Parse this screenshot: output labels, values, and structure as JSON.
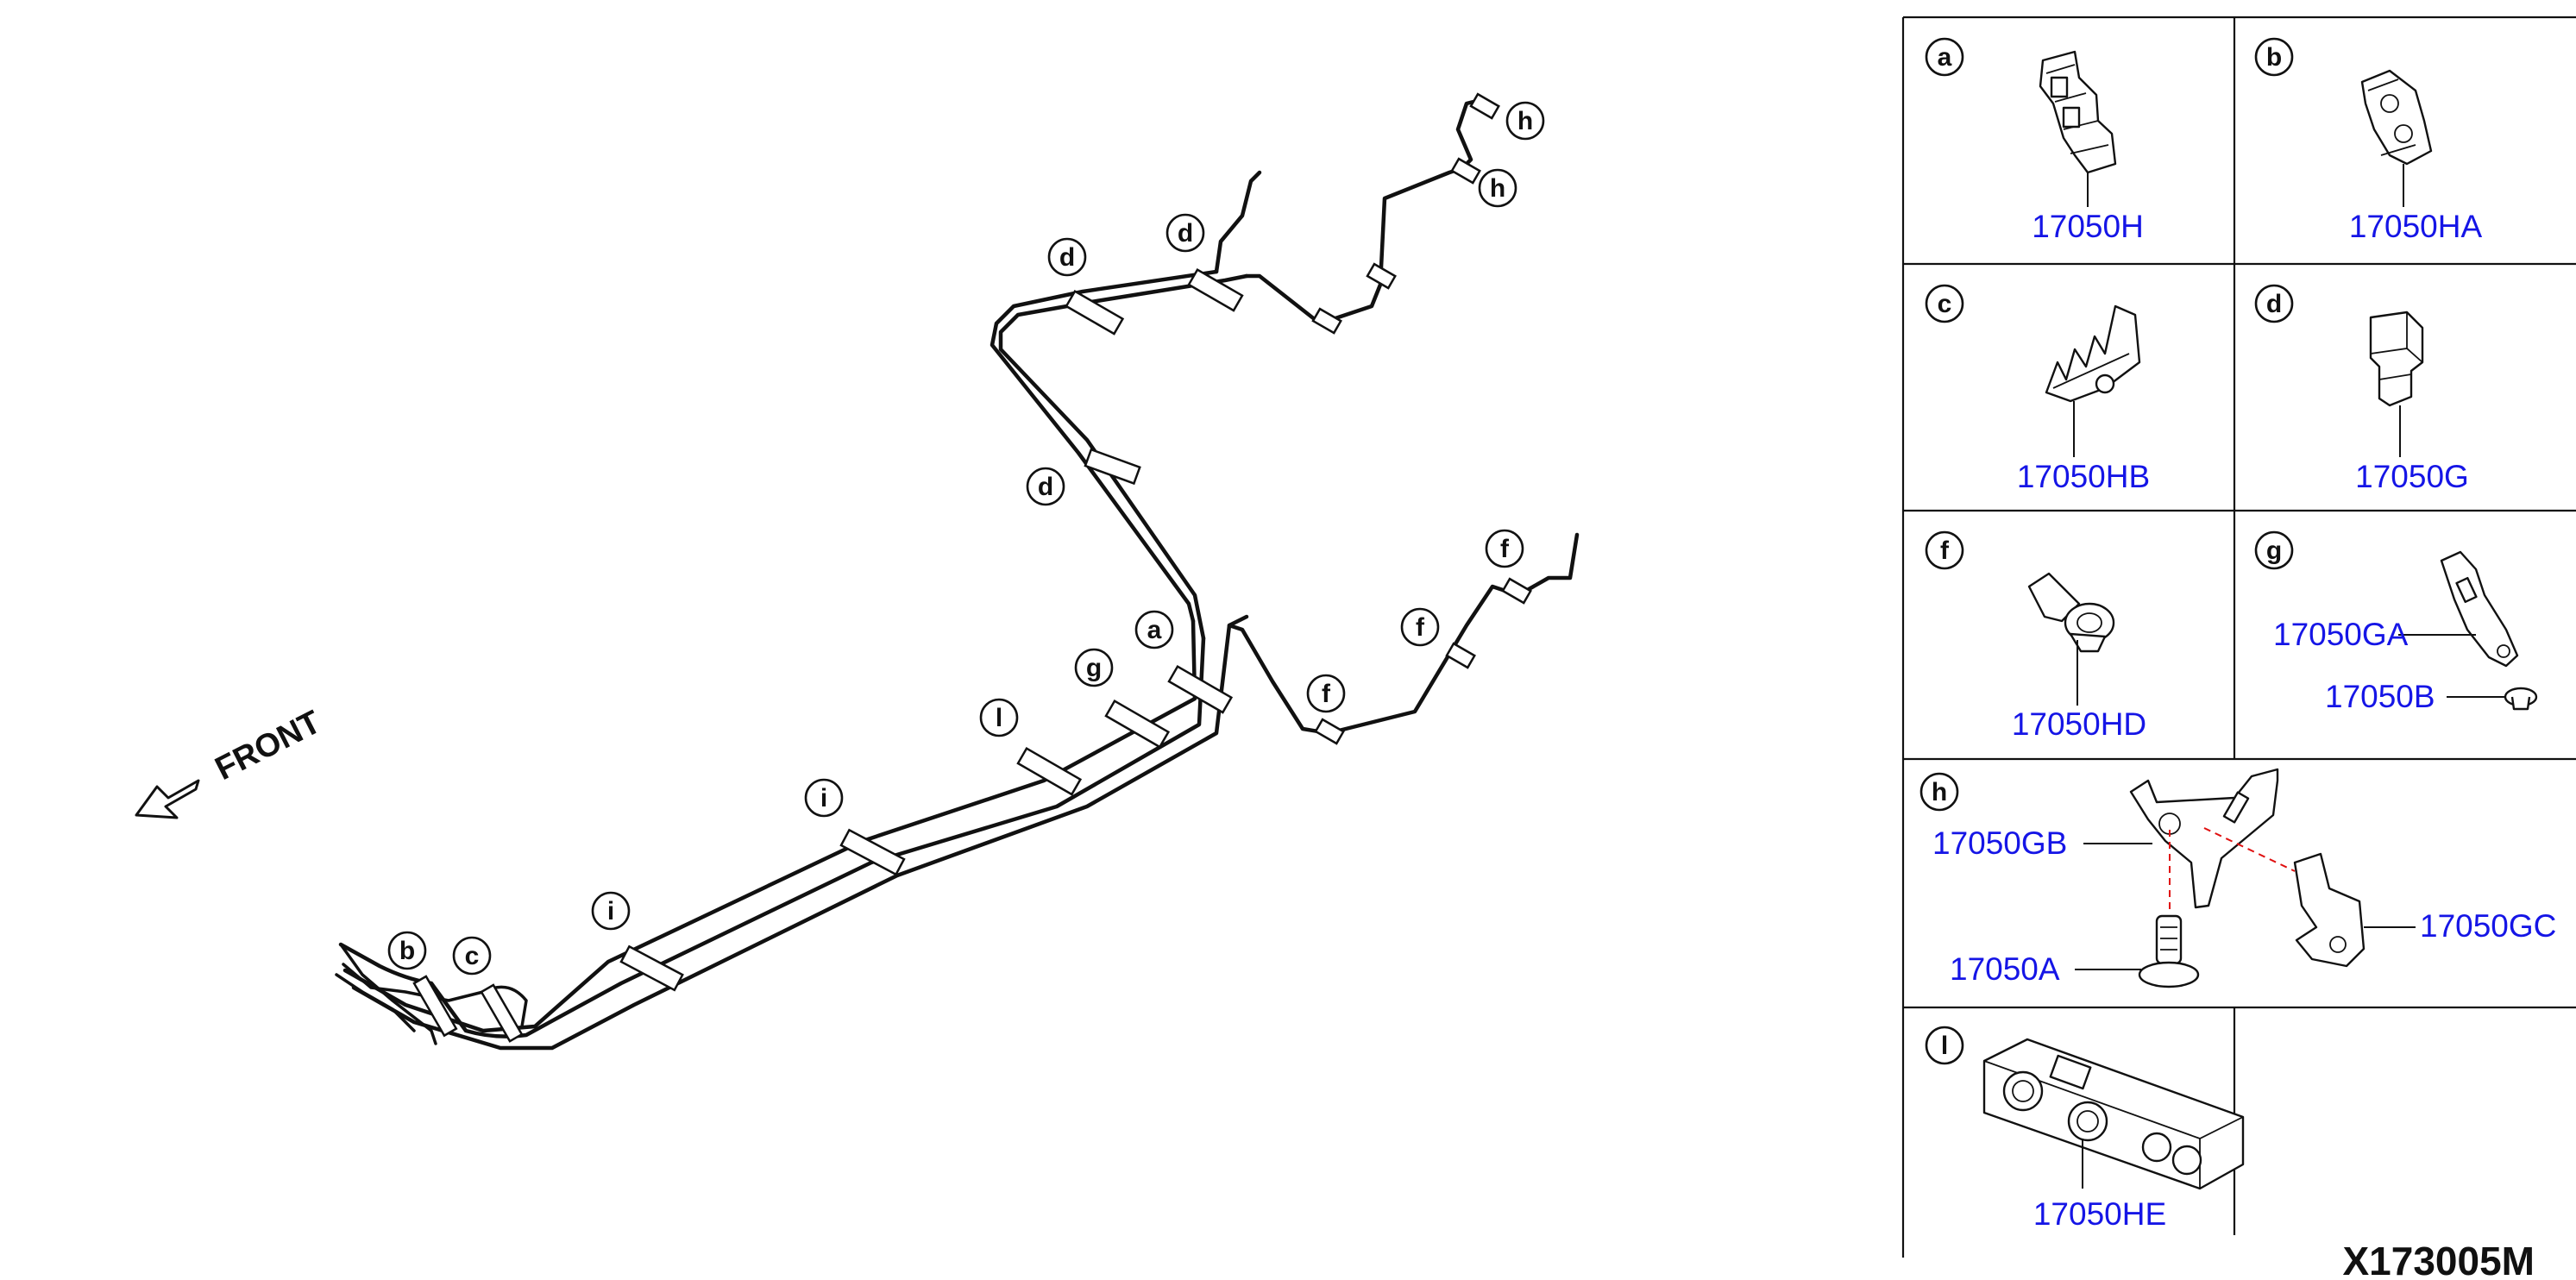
{
  "front_label": "FRONT",
  "reference_code": "X173005M",
  "callouts": {
    "a": "a",
    "b": "b",
    "c": "c",
    "d": "d",
    "f": "f",
    "g": "g",
    "h": "h",
    "i": "i",
    "l": "l"
  },
  "parts": {
    "a": {
      "letter": "a",
      "numbers": [
        "17050H"
      ]
    },
    "b": {
      "letter": "b",
      "numbers": [
        "17050HA"
      ]
    },
    "c": {
      "letter": "c",
      "numbers": [
        "17050HB"
      ]
    },
    "d": {
      "letter": "d",
      "numbers": [
        "17050G"
      ]
    },
    "f": {
      "letter": "f",
      "numbers": [
        "17050HD"
      ]
    },
    "g": {
      "letter": "g",
      "numbers": [
        "17050GA",
        "17050B"
      ]
    },
    "h": {
      "letter": "h",
      "numbers": [
        "17050GB",
        "17050GC",
        "17050A"
      ]
    },
    "l": {
      "letter": "l",
      "numbers": [
        "17050HE"
      ]
    }
  }
}
